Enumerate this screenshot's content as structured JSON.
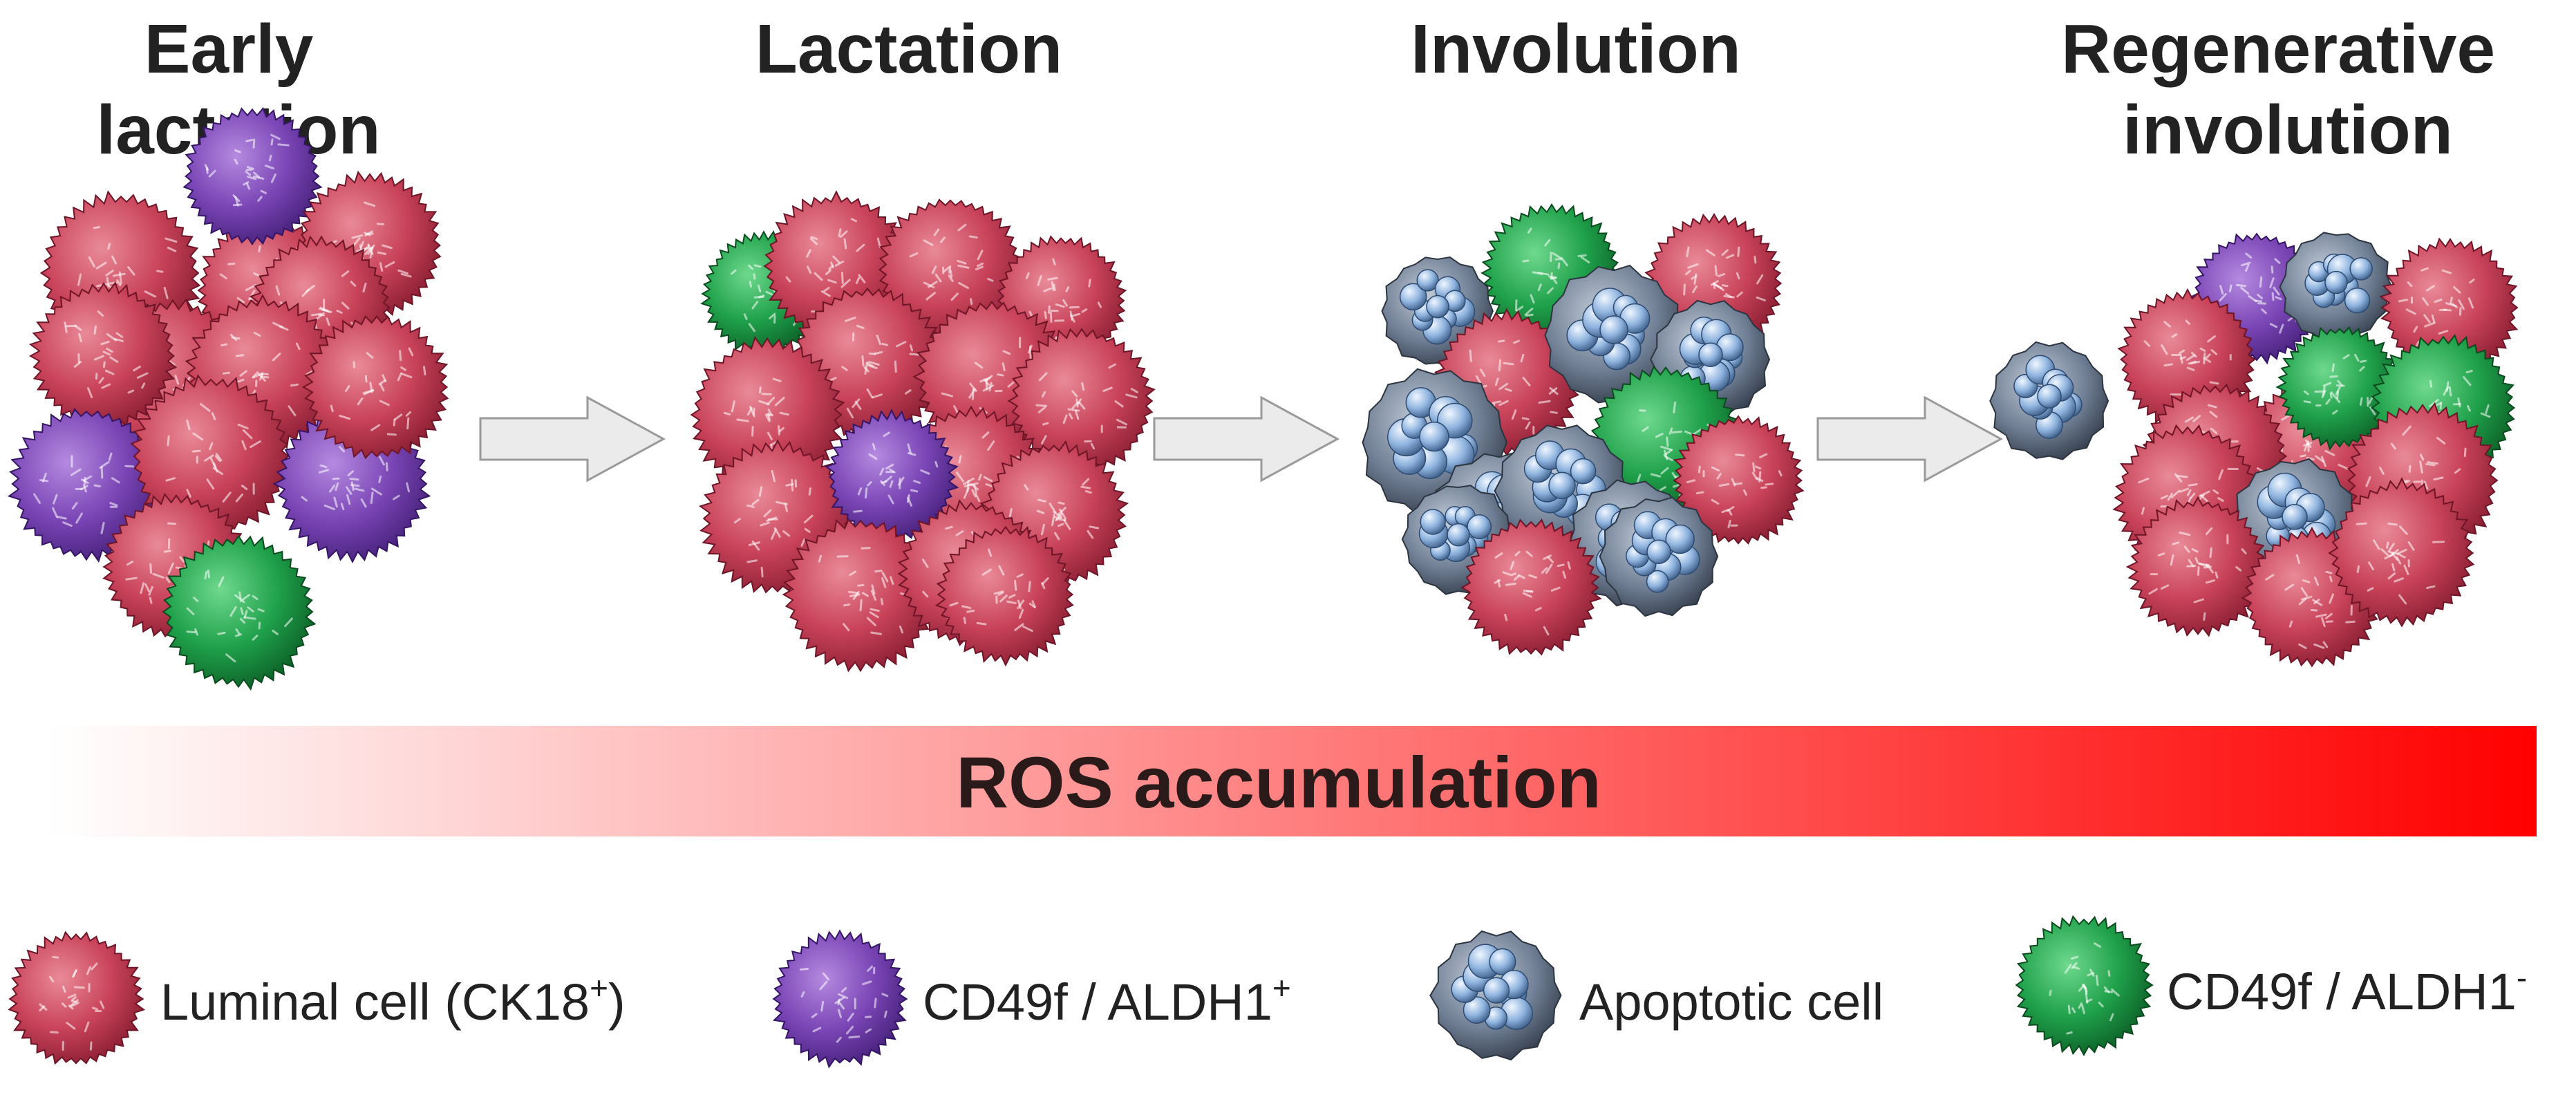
{
  "stages": [
    {
      "title_line1": "Early",
      "title_line2": "lactation"
    },
    {
      "title_line1": "Lactation",
      "title_line2": ""
    },
    {
      "title_line1": "Involution",
      "title_line2": ""
    },
    {
      "title_line1": "Regenerative",
      "title_line2": "involution"
    }
  ],
  "gradient_bar": {
    "label": "ROS accumulation",
    "color_start": "#ffffff",
    "color_end": "#ff0000"
  },
  "legend": [
    {
      "text": "Luminal cell (CK18",
      "sup": "+",
      "tail": ")",
      "cell": "luminal"
    },
    {
      "text": "CD49f / ALDH1",
      "sup": "+",
      "tail": "",
      "cell": "purple"
    },
    {
      "text": "Apoptotic cell",
      "sup": "",
      "tail": "",
      "cell": "apoptotic"
    },
    {
      "text": "CD49f / ALDH1",
      "sup": "-",
      "tail": "",
      "cell": "green"
    }
  ],
  "cell_colors": {
    "luminal": "#c9435a",
    "purple": "#7a45b5",
    "green": "#1fa04a",
    "apoptotic": "#6f7e94",
    "arrow_fill": "#ebebeb",
    "arrow_stroke": "#9a9a9a"
  },
  "clusters": [
    [
      "luminal",
      "luminal",
      "purple",
      "luminal",
      "luminal",
      "luminal",
      "luminal",
      "luminal",
      "purple",
      "luminal",
      "purple",
      "luminal",
      "luminal",
      "green"
    ],
    [
      "green",
      "luminal",
      "luminal",
      "luminal",
      "luminal",
      "luminal",
      "luminal",
      "luminal",
      "luminal",
      "luminal",
      "purple",
      "luminal",
      "luminal",
      "luminal",
      "luminal"
    ],
    [
      "green",
      "luminal",
      "apoptotic",
      "luminal",
      "apoptotic",
      "apoptotic",
      "apoptotic",
      "green",
      "luminal",
      "apoptotic",
      "apoptotic",
      "apoptotic",
      "apoptotic",
      "luminal",
      "apoptotic"
    ],
    [
      "purple",
      "apoptotic",
      "luminal",
      "apoptotic",
      "luminal",
      "luminal",
      "green",
      "luminal",
      "luminal",
      "green",
      "luminal",
      "apoptotic",
      "luminal",
      "luminal",
      "luminal"
    ]
  ]
}
